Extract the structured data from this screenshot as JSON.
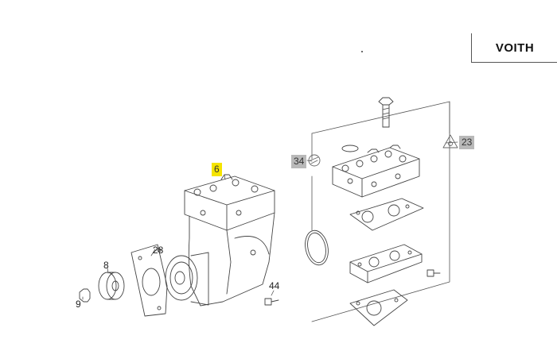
{
  "brand": "VOITH",
  "callouts": {
    "c6": "6",
    "c34": "34",
    "c23": "23",
    "c28": "28",
    "c8": "8",
    "c9": "9",
    "c44": "44"
  },
  "colors": {
    "highlight": "#f5e400",
    "tag_gray": "#b9b9b9",
    "line": "#444444"
  },
  "icons": [
    "wrench-icon",
    "torque-triangle-icon"
  ]
}
